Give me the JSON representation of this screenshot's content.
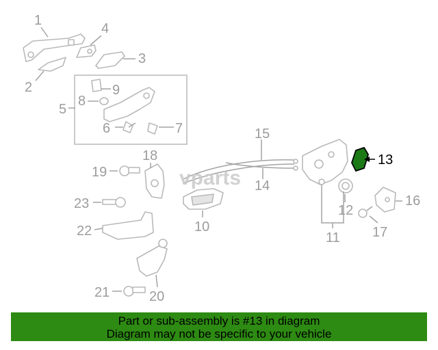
{
  "diagram": {
    "callouts": [
      "1",
      "2",
      "3",
      "4",
      "5",
      "6",
      "7",
      "8",
      "9",
      "10",
      "11",
      "12",
      "13",
      "14",
      "15",
      "16",
      "17",
      "18",
      "19",
      "20",
      "21",
      "22",
      "23"
    ],
    "highlighted_part": "13",
    "watermark": "vparts"
  },
  "footer": {
    "line1": "Part or sub-assembly is #13 in diagram",
    "line2": "Diagram may not be specific to your vehicle"
  },
  "colors": {
    "banner": "#2d8a12",
    "highlight_part": "#1c7a16",
    "line_art": "#b9b9b9"
  }
}
